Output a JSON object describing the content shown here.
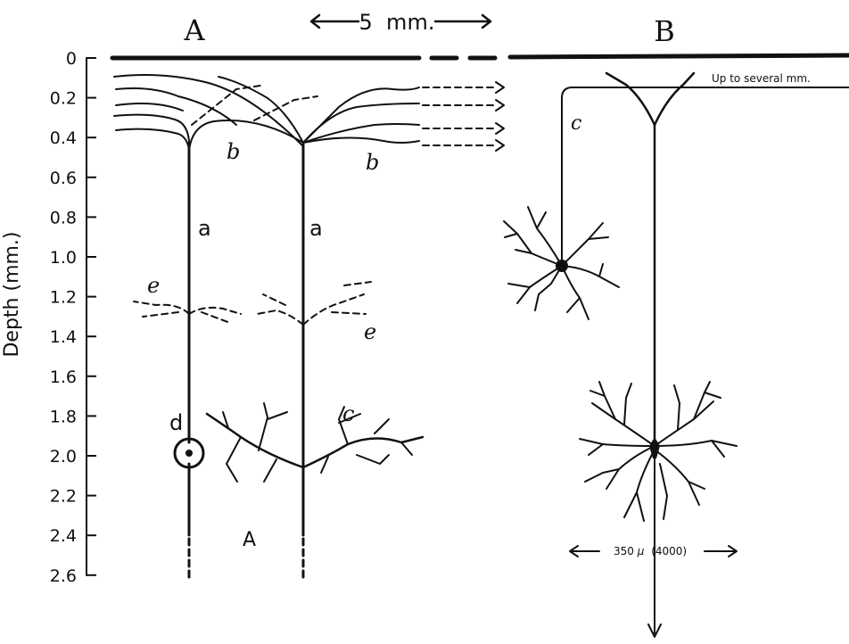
{
  "panels": {
    "a_title": "A",
    "b_title": "B"
  },
  "scale_bar": {
    "label": "5  mm."
  },
  "depth_axis": {
    "label": "Depth (mm.)",
    "ticks": [
      "0",
      "0.2",
      "0.4",
      "0.6",
      "0.8",
      "1.0",
      "1.2",
      "1.4",
      "1.6",
      "1.8",
      "2.0",
      "2.2",
      "2.4",
      "2.6"
    ]
  },
  "panel_a_labels": {
    "b_left": "b",
    "b_right": "b",
    "a_left": "a",
    "a_right": "a",
    "e_left": "e",
    "e_right": "e",
    "d": "d",
    "c": "c",
    "bottom_A": "A"
  },
  "panel_b_labels": {
    "c": "c",
    "up_to": "Up to several mm.",
    "width_value": "350",
    "width_unit": "μ",
    "width_count": "(4000)"
  },
  "colors": {
    "ink": "#111111",
    "paper": "#ffffff"
  }
}
